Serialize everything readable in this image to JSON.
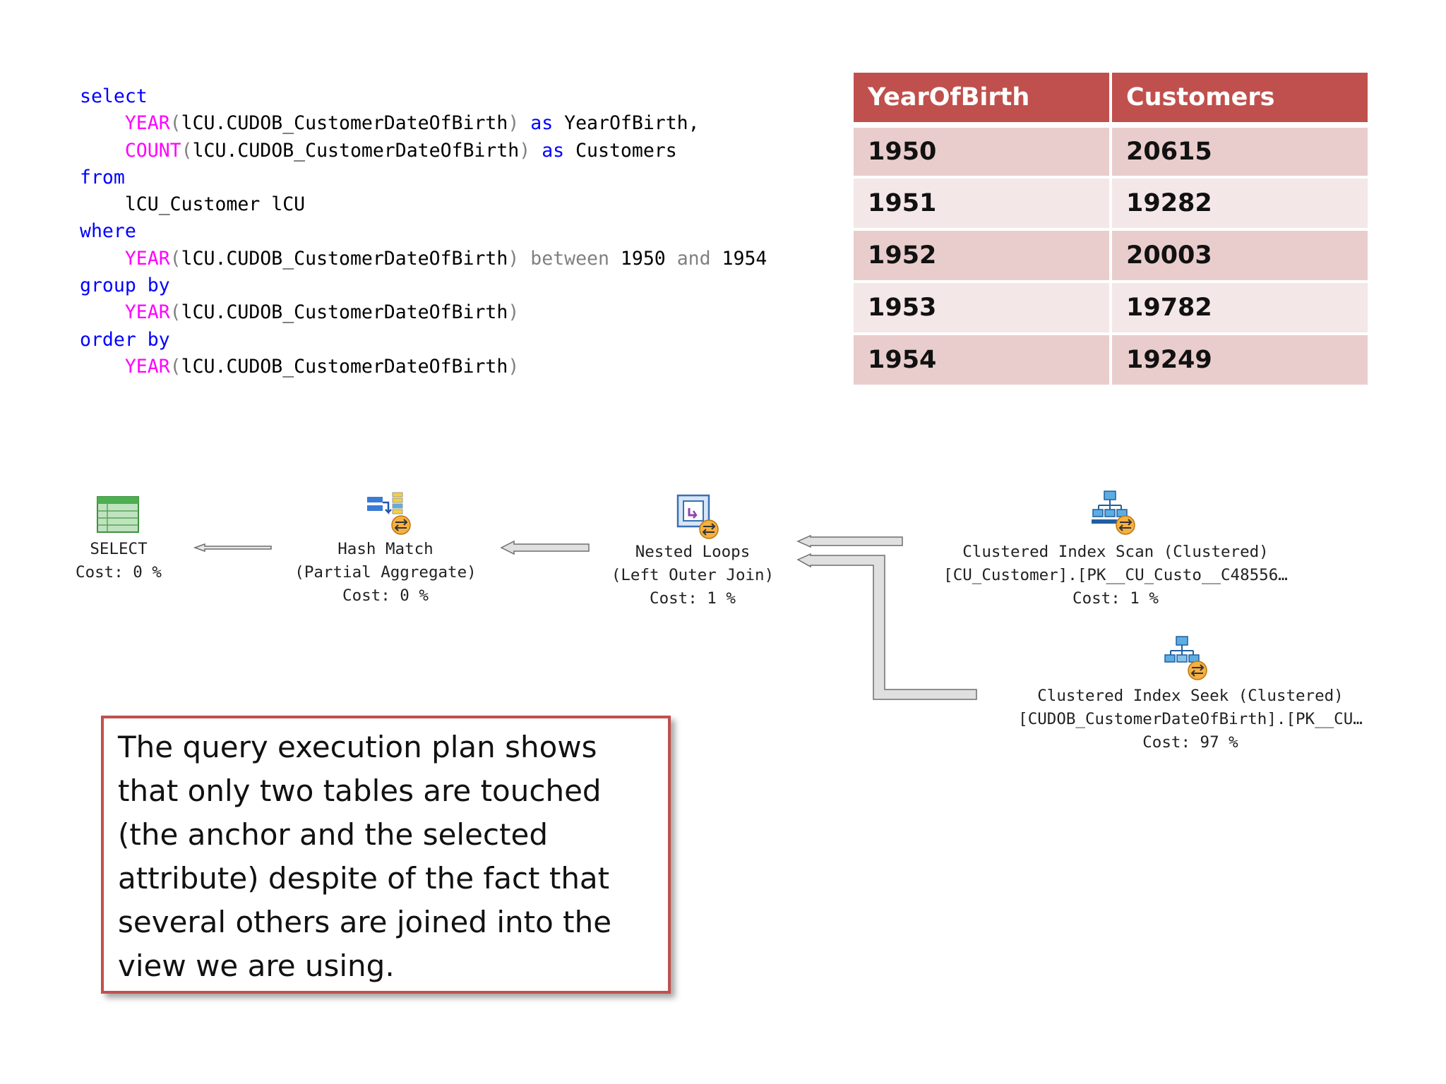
{
  "sql": {
    "line1_kw": "select",
    "line2_fn": "YEAR",
    "line2_open": "(",
    "line2_col": "lCU.CUDOB_CustomerDateOfBirth",
    "line2_close": ")",
    "line2_as": "as",
    "line2_alias": "YearOfBirth,",
    "line3_fn": "COUNT",
    "line3_open": "(",
    "line3_col": "lCU.CUDOB_CustomerDateOfBirth",
    "line3_close": ")",
    "line3_as": "as",
    "line3_alias": "Customers",
    "line4_kw": "from",
    "line5_table": "lCU_Customer lCU",
    "line6_kw": "where",
    "line7_fn": "YEAR",
    "line7_open": "(",
    "line7_col": "lCU.CUDOB_CustomerDateOfBirth",
    "line7_close": ")",
    "line7_between": "between",
    "line7_low": "1950",
    "line7_and": "and",
    "line7_high": "1954",
    "line8_kw": "group by",
    "line9_fn": "YEAR",
    "line9_open": "(",
    "line9_col": "lCU.CUDOB_CustomerDateOfBirth",
    "line9_close": ")",
    "line10_kw": "order by",
    "line11_fn": "YEAR",
    "line11_open": "(",
    "line11_col": "lCU.CUDOB_CustomerDateOfBirth",
    "line11_close": ")"
  },
  "results": {
    "headers": [
      "YearOfBirth",
      "Customers"
    ],
    "rows": [
      [
        "1950",
        "20615"
      ],
      [
        "1951",
        "19282"
      ],
      [
        "1952",
        "20003"
      ],
      [
        "1953",
        "19782"
      ],
      [
        "1954",
        "19249"
      ]
    ],
    "header_color": "#c0504d",
    "row_color_a": "#e9cdcc",
    "row_color_b": "#f4e7e7"
  },
  "plan": {
    "select": {
      "line1": "SELECT",
      "line2": "Cost: 0 %"
    },
    "hash_match": {
      "line1": "Hash Match",
      "line2": "(Partial Aggregate)",
      "line3": "Cost: 0 %"
    },
    "nested_loops": {
      "line1": "Nested Loops",
      "line2": "(Left Outer Join)",
      "line3": "Cost: 1 %"
    },
    "index_scan": {
      "line1": "Clustered Index Scan (Clustered)",
      "line2": "[CU_Customer].[PK__CU_Custo__C48556…",
      "line3": "Cost: 1 %"
    },
    "index_seek": {
      "line1": "Clustered Index Seek (Clustered)",
      "line2": "[CUDOB_CustomerDateOfBirth].[PK__CU…",
      "line3": "Cost: 97 %"
    }
  },
  "note": {
    "lines": [
      "The query execution plan shows",
      "that only two tables are touched",
      "(the anchor and the selected",
      "attribute) despite of the fact that",
      "several others are joined into the",
      "view we are using."
    ],
    "border_color": "#c0504d"
  }
}
